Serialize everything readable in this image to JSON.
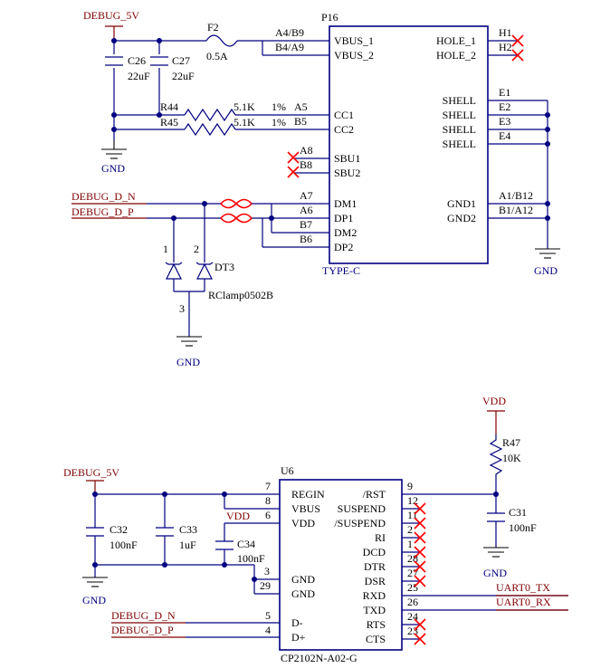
{
  "top": {
    "ref": "P16",
    "type": "TYPE-C",
    "left_pins": [
      {
        "num": "A4/B9",
        "name": "VBUS_1"
      },
      {
        "num": "B4/A9",
        "name": "VBUS_2"
      },
      {
        "num": "A5",
        "name": "CC1"
      },
      {
        "num": "B5",
        "name": "CC2"
      },
      {
        "num": "A8",
        "name": "SBU1"
      },
      {
        "num": "B8",
        "name": "SBU2"
      },
      {
        "num": "A7",
        "name": "DM1"
      },
      {
        "num": "A6",
        "name": "DP1"
      },
      {
        "num": "B7",
        "name": "DM2"
      },
      {
        "num": "B6",
        "name": "DP2"
      }
    ],
    "right_pins": [
      {
        "num": "H1",
        "name": "HOLE_1"
      },
      {
        "num": "H2",
        "name": "HOLE_2"
      },
      {
        "num": "E1",
        "name": "SHELL"
      },
      {
        "num": "E2",
        "name": "SHELL"
      },
      {
        "num": "E3",
        "name": "SHELL"
      },
      {
        "num": "E4",
        "name": "SHELL"
      },
      {
        "num": "A1/B12",
        "name": "GND1"
      },
      {
        "num": "B1/A12",
        "name": "GND2"
      }
    ],
    "net_5v": "DEBUG_5V",
    "net_dn": "DEBUG_D_N",
    "net_dp": "DEBUG_D_P",
    "gnd": "GND",
    "fuse": {
      "ref": "F2",
      "value": "0.5A"
    },
    "c26": {
      "ref": "C26",
      "value": "22uF"
    },
    "c27": {
      "ref": "C27",
      "value": "22uF"
    },
    "r44": {
      "ref": "R44",
      "value": "5.1K",
      "tol": "1%"
    },
    "r45": {
      "ref": "R45",
      "value": "5.1K",
      "tol": "1%"
    },
    "tvs": {
      "ref": "DT3",
      "part": "RClamp0502B",
      "pin1": "1",
      "pin2": "2",
      "pin3": "3"
    }
  },
  "bottom": {
    "ref": "U6",
    "part": "CP2102N-A02-G",
    "left_pins": [
      {
        "num": "7",
        "name": "REGIN"
      },
      {
        "num": "8",
        "name": "VBUS"
      },
      {
        "num": "6",
        "name": "VDD"
      },
      {
        "num": "3",
        "name": "GND"
      },
      {
        "num": "29",
        "name": "GND"
      },
      {
        "num": "5",
        "name": "D-"
      },
      {
        "num": "4",
        "name": "D+"
      }
    ],
    "right_pins": [
      {
        "num": "9",
        "name": "/RST"
      },
      {
        "num": "12",
        "name": "SUSPEND"
      },
      {
        "num": "11",
        "name": "/SUSPEND"
      },
      {
        "num": "2",
        "name": "RI"
      },
      {
        "num": "1",
        "name": "DCD"
      },
      {
        "num": "28",
        "name": "DTR"
      },
      {
        "num": "27",
        "name": "DSR"
      },
      {
        "num": "25",
        "name": "RXD"
      },
      {
        "num": "26",
        "name": "TXD"
      },
      {
        "num": "24",
        "name": "RTS"
      },
      {
        "num": "23",
        "name": "CTS"
      }
    ],
    "net_5v": "DEBUG_5V",
    "net_vdd": "VDD",
    "net_vdd_top": "VDD",
    "net_dn": "DEBUG_D_N",
    "net_dp": "DEBUG_D_P",
    "net_tx": "UART0_TX",
    "net_rx": "UART0_RX",
    "gnd": "GND",
    "c32": {
      "ref": "C32",
      "value": "100nF"
    },
    "c33": {
      "ref": "C33",
      "value": "1uF"
    },
    "c34": {
      "ref": "C34",
      "value": "100nF"
    },
    "c31": {
      "ref": "C31",
      "value": "100nF"
    },
    "r47": {
      "ref": "R47",
      "value": "10K"
    }
  }
}
